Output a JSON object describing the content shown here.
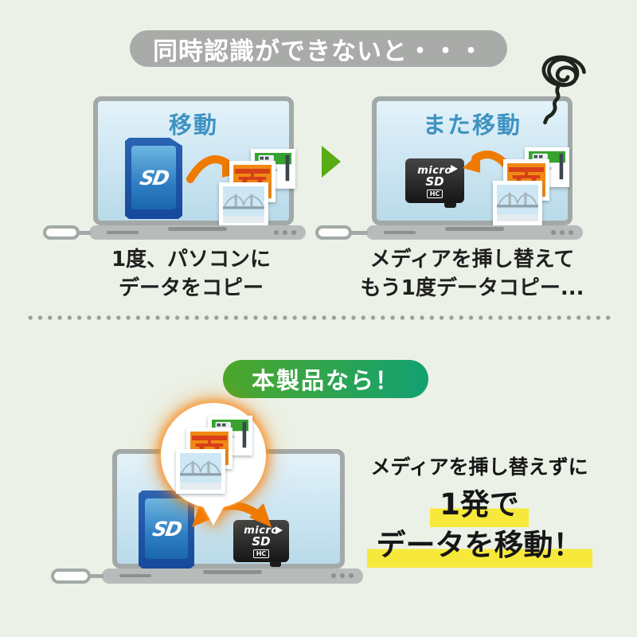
{
  "colors": {
    "background": "#ebf1e6",
    "banner_gray": "#a9aba8",
    "accent_orange": "#ef7a00",
    "label_blue": "#3e93c2",
    "triangle_green": "#58ac14",
    "banner_green_start": "#4da72a",
    "banner_green_end": "#12a173",
    "highlight_yellow": "#f6e93b"
  },
  "top_banner": {
    "label": "同時認識ができないと・・・"
  },
  "problem": {
    "left_laptop": {
      "screen_label": "移動",
      "sd_card_label": "SD",
      "caption": [
        "1度、パソコンに",
        "データをコピー"
      ]
    },
    "right_laptop": {
      "screen_label": "また移動",
      "microsd": {
        "micro": "micro",
        "sd": "SD",
        "hc": "HC"
      },
      "caption": [
        "メディアを挿し替えて",
        "もう1度データコピー..."
      ]
    }
  },
  "solution": {
    "banner_label": "本製品なら！",
    "sd_card_label": "SD",
    "microsd": {
      "micro": "micro",
      "sd": "SD",
      "hc": "HC"
    },
    "text": {
      "line1": "メディアを挿し替えずに",
      "line2": "1発で",
      "line3": "データを移動！"
    }
  },
  "icons": {
    "scribble": "frustration-scribble-icon",
    "arrow_right": "curved-arrow-right-icon",
    "arrow_left": "curved-arrow-left-icon",
    "double_arrow": "curved-double-arrow-icon",
    "next_triangle": "next-step-triangle-icon"
  }
}
